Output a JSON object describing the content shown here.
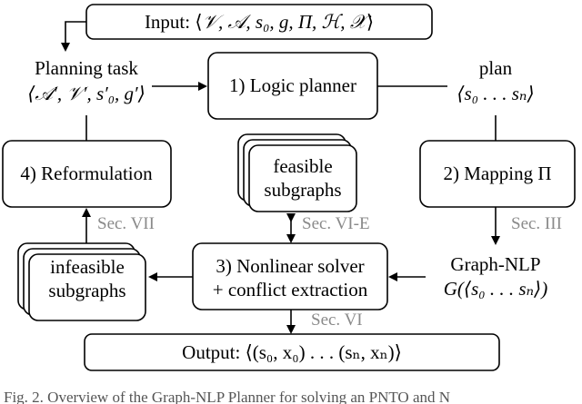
{
  "input_box": {
    "prefix": "Input: ⟨",
    "content": "𝒱, 𝒜, s₀, g, Π, ℋ, 𝒳",
    "suffix": "⟩"
  },
  "planning_task": {
    "title": "Planning task",
    "formula": "⟨𝒜′, 𝒱′, s′₀, g′⟩"
  },
  "logic_planner": {
    "label": "1) Logic planner"
  },
  "plan": {
    "title": "plan",
    "formula": "⟨s₀ . . . sₙ⟩"
  },
  "reformulation": {
    "label": "4) Reformulation"
  },
  "feasible": {
    "line1": "feasible",
    "line2": "subgraphs"
  },
  "mapping": {
    "label": "2) Mapping Π"
  },
  "sections": {
    "vii": "Sec. VII",
    "vie": "Sec. VI-E",
    "iii": "Sec. III",
    "vi": "Sec. VI"
  },
  "infeasible": {
    "line1": "infeasible",
    "line2": "subgraphs"
  },
  "solver": {
    "line1": "3) Nonlinear solver",
    "line2": "+ conflict extraction"
  },
  "graph_nlp": {
    "title": "Graph-NLP",
    "formula": "G(⟨s₀ . . . sₙ⟩)"
  },
  "output_box": {
    "text": "Output: ⟨(s₀, x₀) . . . (sₙ, xₙ)⟩"
  },
  "caption": {
    "text": "Fig. 2.   Overview of the Graph-NLP Planner for solving an PNTO and N"
  }
}
